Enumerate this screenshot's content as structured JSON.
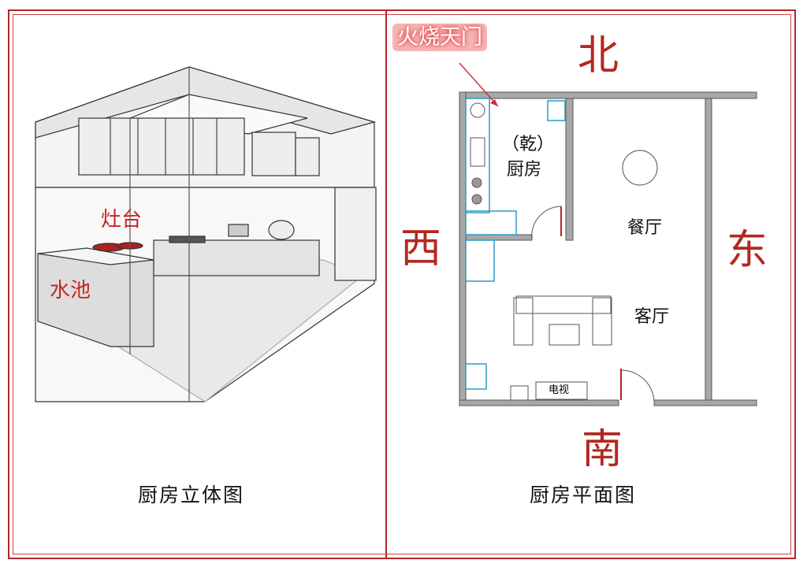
{
  "left_panel": {
    "caption": "厨房立体图",
    "labels": {
      "stove": "灶台",
      "sink": "水池"
    }
  },
  "right_panel": {
    "caption": "厨房平面图",
    "annotation": "火烧天门",
    "directions": {
      "north": "北",
      "south": "南",
      "west": "西",
      "east": "东"
    },
    "rooms": {
      "kitchen_trigram": "（乾）",
      "kitchen": "厨房",
      "dining": "餐厅",
      "living": "客厅",
      "tv": "电视"
    }
  },
  "colors": {
    "frame": "#b3262a",
    "direction_text": "#b3281f",
    "wall": "#9a9a9a",
    "fixture": "#2a9bc8"
  }
}
